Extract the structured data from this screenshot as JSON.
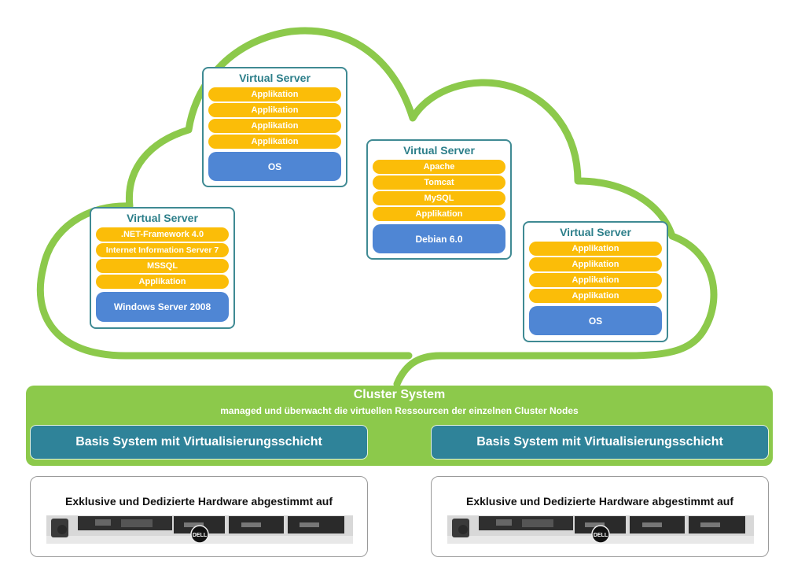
{
  "colors": {
    "cloud_outline": "#8cc94b",
    "vs_border": "#3f8a93",
    "vs_title": "#2d7f8a",
    "layer": "#fbbd08",
    "os": "#4f86d4",
    "cluster": "#8cc94b",
    "basis": "#2f8399"
  },
  "virtual_servers": [
    {
      "title": "Virtual Server",
      "layers": [
        "Applikation",
        "Applikation",
        "Applikation",
        "Applikation"
      ],
      "os": "OS"
    },
    {
      "title": "Virtual Server",
      "layers": [
        ".NET-Framework  4.0",
        "Internet Information Server 7",
        "MSSQL",
        "Applikation"
      ],
      "os": "Windows Server 2008"
    },
    {
      "title": "Virtual Server",
      "layers": [
        "Apache",
        "Tomcat",
        "MySQL",
        "Applikation"
      ],
      "os": "Debian 6.0"
    },
    {
      "title": "Virtual Server",
      "layers": [
        "Applikation",
        "Applikation",
        "Applikation",
        "Applikation"
      ],
      "os": "OS"
    }
  ],
  "cluster": {
    "title": "Cluster System",
    "subtitle": "managed und überwacht die virtuellen Ressourcen der einzelnen Cluster Nodes",
    "basis": [
      "Basis System mit Virtualisierungsschicht",
      "Basis System mit Virtualisierungsschicht"
    ]
  },
  "hardware": [
    {
      "label": "Exklusive und Dedizierte Hardware abgestimmt auf",
      "brand": "DELL"
    },
    {
      "label": "Exklusive und Dedizierte Hardware abgestimmt auf",
      "brand": "DELL"
    }
  ]
}
